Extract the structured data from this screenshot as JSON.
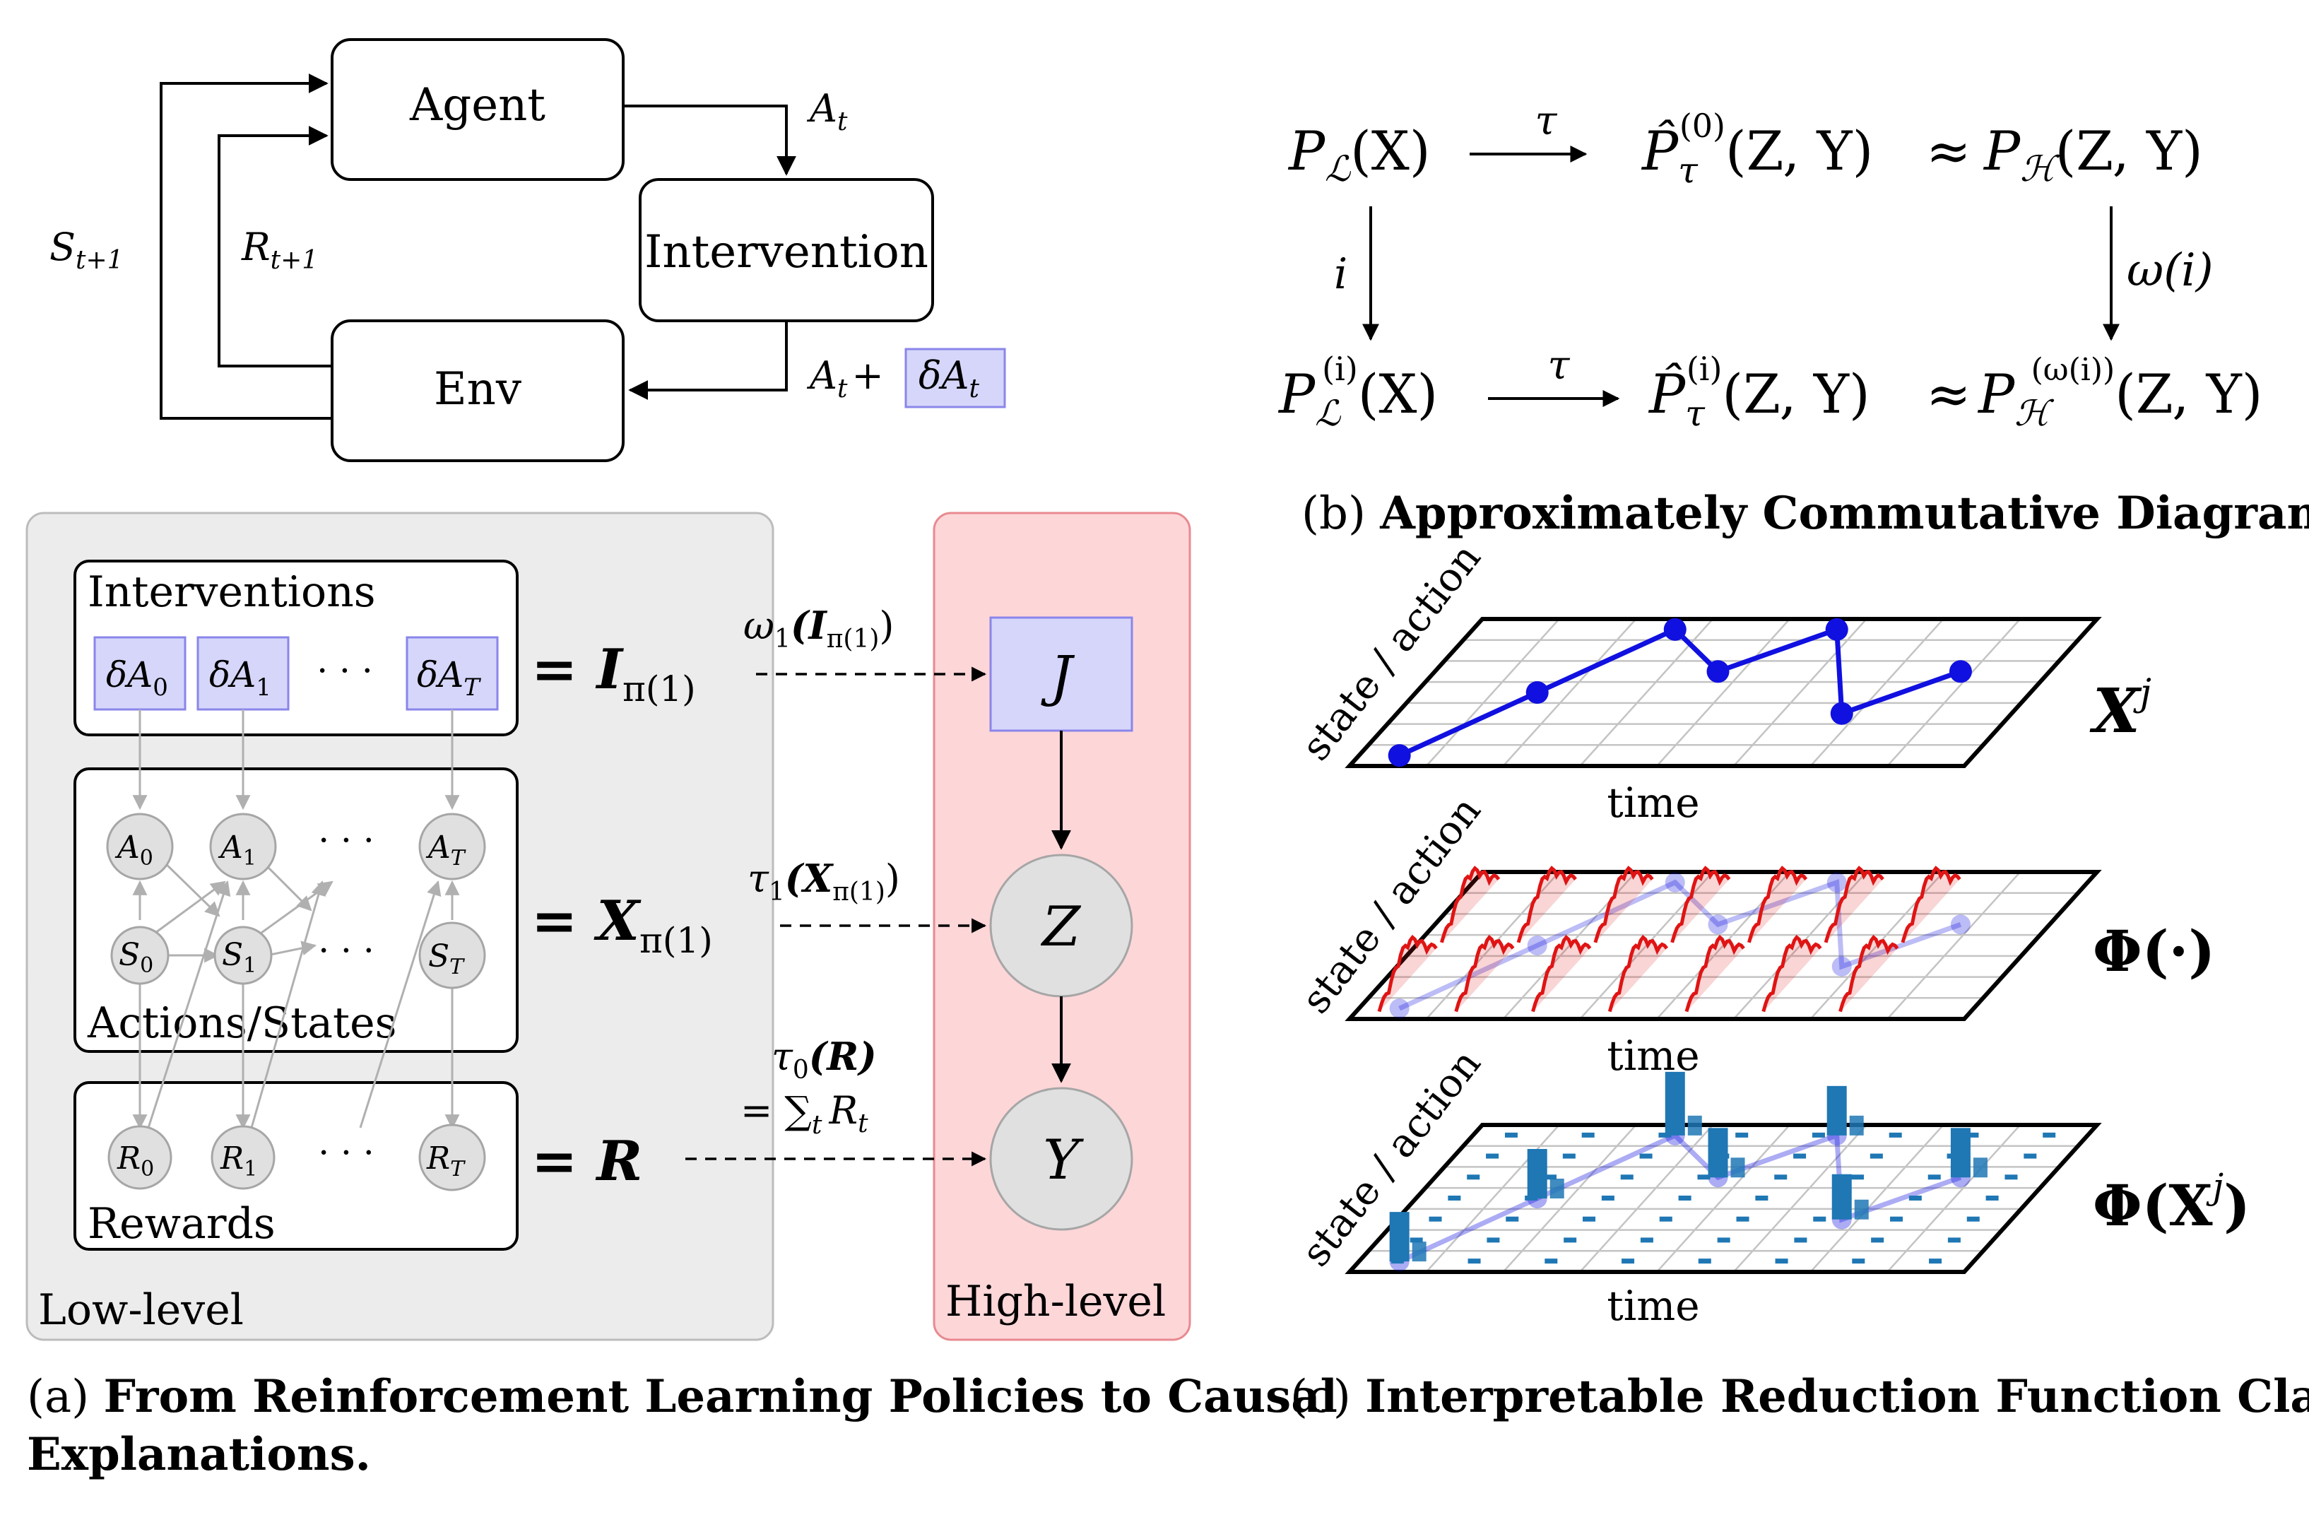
{
  "rl_loop": {
    "agent": "Agent",
    "intervention": "Intervention",
    "env": "Env",
    "a_t": "A",
    "a_t_sub": "t",
    "a_plus": "A",
    "a_plus_sub": "t",
    "plus": "+",
    "delta_a": "δA",
    "delta_a_sub": "t",
    "s_next": "S",
    "s_next_sub": "t+1",
    "r_next": "R",
    "r_next_sub": "t+1"
  },
  "model": {
    "interventions_label": "Interventions",
    "actions_states_label": "Actions/States",
    "rewards_label": "Rewards",
    "low_level_label": "Low-level",
    "high_level_label": "High-level",
    "intervention_nodes": [
      {
        "base": "δA",
        "sub": "0"
      },
      {
        "base": "δA",
        "sub": "1"
      },
      {
        "base": "δA",
        "sub": "T"
      }
    ],
    "action_nodes": [
      {
        "base": "A",
        "sub": "0"
      },
      {
        "base": "A",
        "sub": "1"
      },
      {
        "base": "A",
        "sub": "T"
      }
    ],
    "state_nodes": [
      {
        "base": "S",
        "sub": "0"
      },
      {
        "base": "S",
        "sub": "1"
      },
      {
        "base": "S",
        "sub": "T"
      }
    ],
    "reward_nodes": [
      {
        "base": "R",
        "sub": "0"
      },
      {
        "base": "R",
        "sub": "1"
      },
      {
        "base": "R",
        "sub": "T"
      }
    ],
    "dots": "· · ·",
    "eq_i": "= I",
    "eq_i_sub": "π(1)",
    "eq_x": "= X",
    "eq_x_sub": "π(1)",
    "eq_r": "= R",
    "omega_map": "ω",
    "omega_map_sub": "1",
    "omega_map_arg": "(I",
    "omega_map_arg_sub": "π(1)",
    "omega_map_close": ")",
    "tau1_map": "τ",
    "tau1_map_sub": "1",
    "tau1_map_arg": "(X",
    "tau1_map_arg_sub": "π(1)",
    "tau1_map_close": ")",
    "tau0_map": "τ",
    "tau0_map_sub": "0",
    "tau0_map_arg": "(R)",
    "sum_eq": "= ∑",
    "sum_sub": "t",
    "sum_term": "R",
    "sum_term_sub": "t",
    "high_j": "J",
    "high_z": "Z",
    "high_y": "Y"
  },
  "commutative": {
    "top_left": "P",
    "top_left_sub": "ℒ",
    "top_left_arg": "(X)",
    "tau_top": "τ",
    "top_mid": "P̂",
    "top_mid_sub": "τ",
    "top_mid_sup": "(0)",
    "top_mid_arg": "(Z, Y)",
    "approx_top": "≈",
    "top_right": "P",
    "top_right_sub": "ℋ",
    "top_right_arg": "(Z, Y)",
    "i_label": "i",
    "omega_i": "ω(i)",
    "bot_left": "P",
    "bot_left_sub": "ℒ",
    "bot_left_sup": "(i)",
    "bot_left_arg": "(X)",
    "tau_bot": "τ",
    "bot_mid": "P̂",
    "bot_mid_sub": "τ",
    "bot_mid_sup": "(i)",
    "bot_mid_arg": "(Z, Y)",
    "approx_bot": "≈",
    "bot_right": "P",
    "bot_right_sub": "ℋ",
    "bot_right_sup": "(ω(i))",
    "bot_right_arg": "(Z, Y)"
  },
  "reduction": {
    "y_label": "state / action",
    "x_label": "time",
    "panel1_label": "X",
    "panel1_sup": "j",
    "panel2_label": "Φ(·)",
    "panel3_label": "Φ(X",
    "panel3_sup": "j",
    "panel3_close": ")",
    "trajectory": [
      {
        "t": 0,
        "s": 0
      },
      {
        "t": 1,
        "s": 3
      },
      {
        "t": 2,
        "s": 6
      },
      {
        "t": 3,
        "s": 4
      },
      {
        "t": 4,
        "s": 6
      },
      {
        "t": 5,
        "s": 2
      },
      {
        "t": 6,
        "s": 4
      }
    ],
    "trajectory_color": "#1010e0",
    "kernel_color": "#e01414",
    "bar_color": "#1f77b4"
  },
  "captions": {
    "a_prefix": "(a) ",
    "a_bold_1": "From Reinforcement Learning Policies to Causal",
    "a_bold_2": "Explanations.",
    "b_prefix": "(b) ",
    "b_bold": "Approximately Commutative Diagram.",
    "c_prefix": "(c) ",
    "c_bold": "Interpretable Reduction Function Class."
  }
}
